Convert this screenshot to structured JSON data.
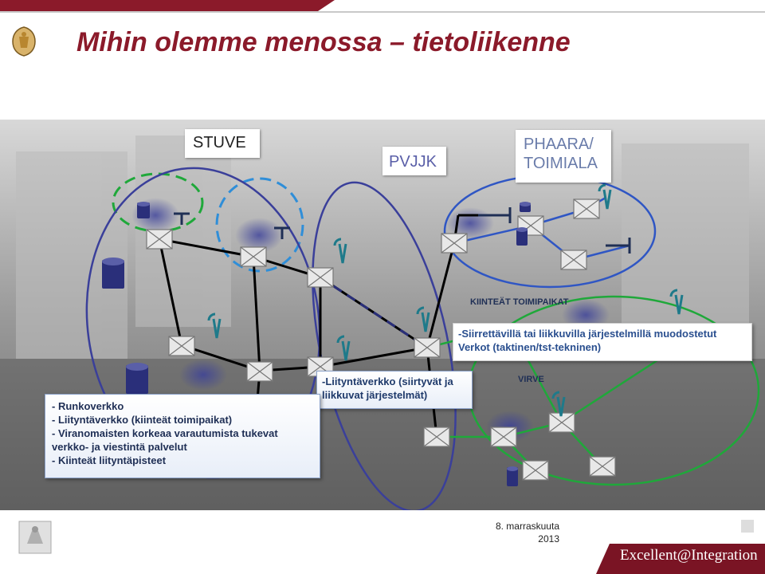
{
  "header": {
    "title": "Mihin olemme menossa – tietoliikenne"
  },
  "labels": {
    "stuve": "STUVE",
    "pvjjk": "PVJJK",
    "phaara_line1": "PHAARA/",
    "phaara_line2": "TOIMIALA",
    "kiinteat_toimipaikat": "KIINTEÄT TOIMIPAIKAT",
    "virve": "VIRVE"
  },
  "callouts": {
    "kiinteat_line1": "-Siirrettävillä tai liikkuvilla järjestelmillä muodostetut",
    "kiinteat_line2": "Verkot (taktinen/tst-tekninen)",
    "liittyma_line1": "-Liityntäverkko (siirtyvät ja",
    "liittyma_line2": "liikkuvat järjestelmät)",
    "main_items": [
      "- Runkoverkko",
      "- Liityntäverkko (kiinteät toimipaikat)",
      "-  Viranomaisten korkeaa varautumista tukevat",
      "verkko- ja viestintä palvelut",
      "- Kiinteät liityntäpisteet"
    ]
  },
  "footer": {
    "date_line1": "8. marraskuuta",
    "date_line2": "2013",
    "brand": "Excellent@Integration"
  },
  "colors": {
    "title": "#8b1a2a",
    "network_pvjjk": "#3a3f9a",
    "network_phaara": "#2f56c4",
    "network_virve": "#1fa83a",
    "network_stuve_dashed_green": "#1fa83a",
    "network_stuve_dashed_blue": "#2f8ed8",
    "link_black": "#000000",
    "link_dashed": "#2a2f7a",
    "footer_brand_bg": "#7a1424"
  }
}
